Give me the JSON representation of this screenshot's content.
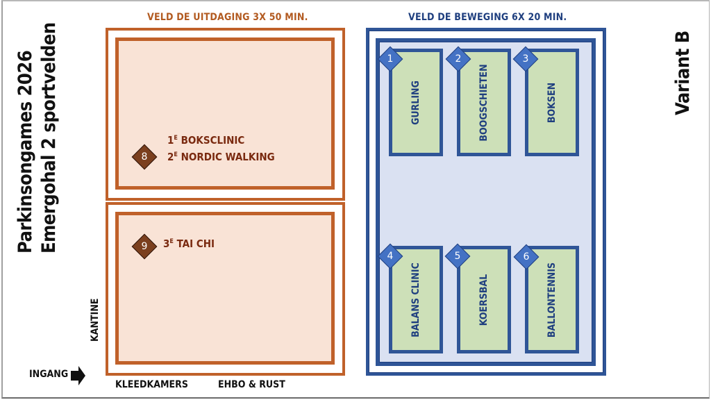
{
  "title": {
    "line1": "Parkinsongames 2026",
    "line2": "Emergohal 2 sportvelden"
  },
  "variant": "Variant B",
  "fields": {
    "challenge": {
      "heading": "VELD DE UITDAGING 3X 50 MIN.",
      "color": "#c0612a",
      "areas": [
        {
          "marker": "8",
          "items": [
            {
              "ordinal": "1",
              "suffix": "E",
              "name": "BOKSCLINIC"
            },
            {
              "ordinal": "2",
              "suffix": "E",
              "name": "NORDIC WALKING"
            }
          ]
        },
        {
          "marker": "9",
          "items": [
            {
              "ordinal": "3",
              "suffix": "E",
              "name": "TAI CHI"
            }
          ]
        }
      ]
    },
    "movement": {
      "heading": "VELD DE BEWEGING 6X 20 MIN.",
      "color": "#2f5597",
      "stations": [
        {
          "number": "1",
          "name": "GURLING"
        },
        {
          "number": "2",
          "name": "BOOGSCHIETEN"
        },
        {
          "number": "3",
          "name": "BOKSEN"
        },
        {
          "number": "4",
          "name": "BALANS CLINIC"
        },
        {
          "number": "5",
          "name": "KOERSBAL"
        },
        {
          "number": "6",
          "name": "BALLONTENNIS"
        }
      ]
    }
  },
  "facilities": {
    "kantine": "KANTINE",
    "ingang": "INGANG",
    "kleedkamers": "KLEEDKAMERS",
    "ehbo": "EHBO & RUST"
  },
  "colors": {
    "orange": "#c0612a",
    "peach": "#f9e3d6",
    "blue": "#2f5597",
    "light_blue": "#dae1f2",
    "green": "#cde0b8",
    "brown": "#7b3f1e"
  }
}
